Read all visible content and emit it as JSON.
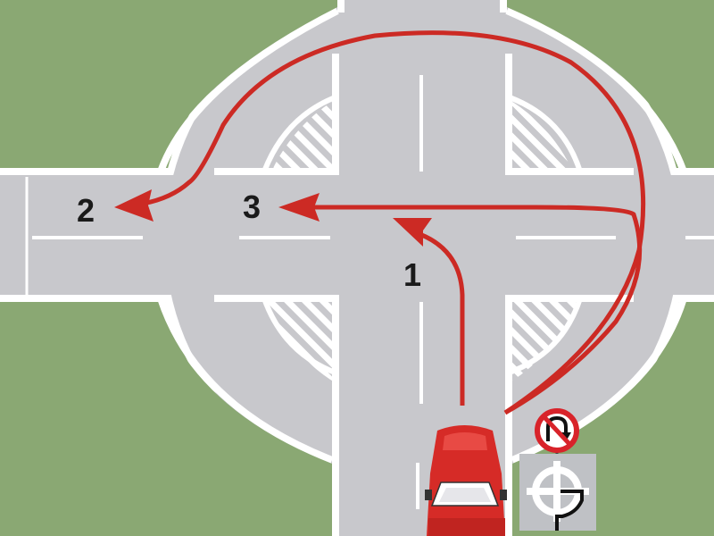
{
  "colors": {
    "grass": "#8aa873",
    "road": "#c8c8cc",
    "marking": "#ffffff",
    "route": "#cc2a24",
    "car_body": "#d62b27",
    "sign_border": "#d8232a"
  },
  "routes": [
    {
      "id": "route-1",
      "label": "1"
    },
    {
      "id": "route-2",
      "label": "2"
    },
    {
      "id": "route-3",
      "label": "3"
    }
  ],
  "signs": [
    {
      "type": "no-u-turn",
      "icon": "u-turn-arrow-icon"
    },
    {
      "type": "roundabout-ahead-left-exit",
      "icon": "roundabout-exit-icon"
    }
  ],
  "vehicle": {
    "icon": "red-car-icon"
  }
}
